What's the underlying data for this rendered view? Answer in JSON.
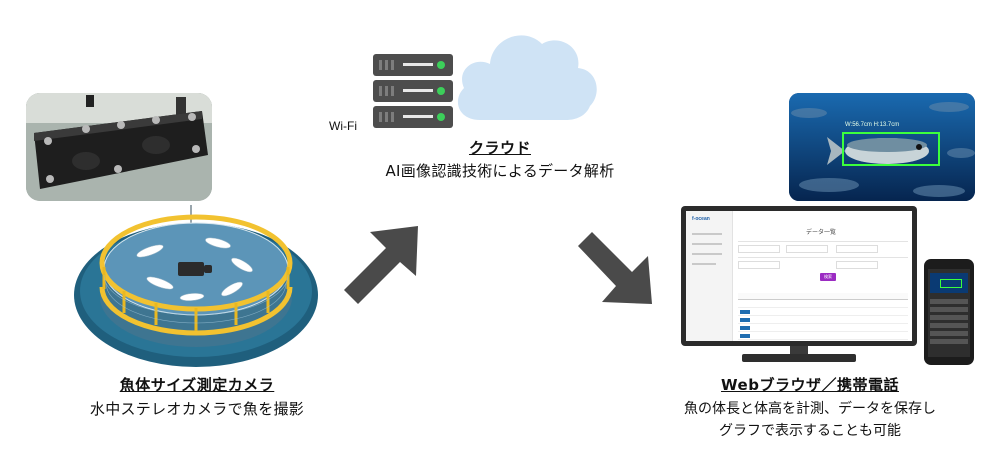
{
  "network": {
    "wifi_label": "Wi-Fi"
  },
  "cloud": {
    "title": "クラウド",
    "description": "AI画像認識技術によるデータ解析"
  },
  "camera": {
    "title": "魚体サイズ測定カメラ",
    "description": "水中ステレオカメラで魚を撮影"
  },
  "browser": {
    "title": "Webブラウザ／携帯電話",
    "description_line1": "魚の体長と体高を計測、データを保存し",
    "description_line2": "グラフで表示することも可能",
    "fish_detection_label": "W:56.7cm H:13.7cm",
    "app_logo": "f-ocean",
    "page_title": "データ一覧",
    "search_button": "検索"
  },
  "colors": {
    "arrow": "#4a4a4a",
    "cloud": "#cfe3f5",
    "server": "#4d4d4d",
    "server_led": "#3ccf5a",
    "pool_outer": "#1f5f7d",
    "ring": "#f2c230",
    "water": "#5c95b8",
    "detection_box": "#3cff3c",
    "ocean": "#0a3a73",
    "button_accent": "#9b2bc2"
  }
}
